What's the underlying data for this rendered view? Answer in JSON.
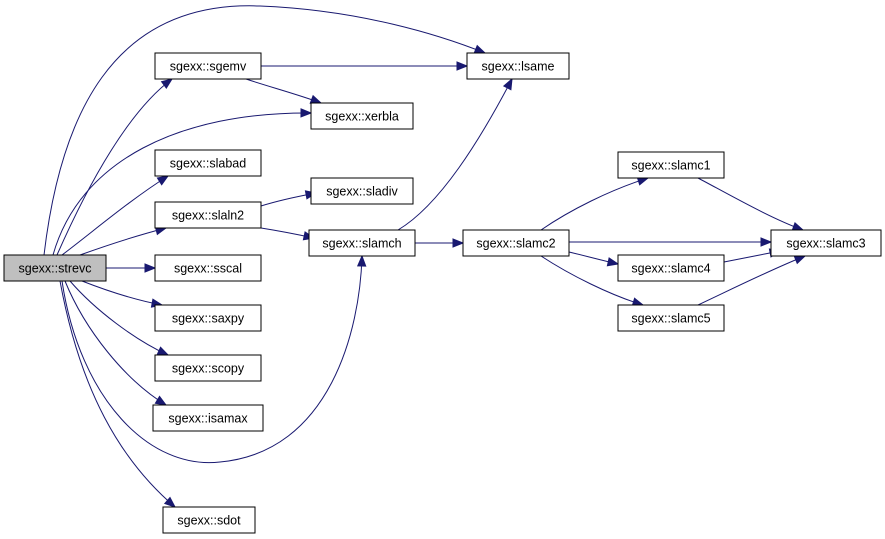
{
  "colors": {
    "edge": "#191970",
    "node_fill": "#ffffff",
    "root_fill": "#bfbfbf",
    "border": "#000000"
  },
  "nodes": [
    {
      "id": "strevc",
      "label": "sgexx::strevc",
      "root": true
    },
    {
      "id": "sgemv",
      "label": "sgexx::sgemv"
    },
    {
      "id": "lsame",
      "label": "sgexx::lsame"
    },
    {
      "id": "xerbla",
      "label": "sgexx::xerbla"
    },
    {
      "id": "slabad",
      "label": "sgexx::slabad"
    },
    {
      "id": "sladiv",
      "label": "sgexx::sladiv"
    },
    {
      "id": "slaln2",
      "label": "sgexx::slaln2"
    },
    {
      "id": "slamch",
      "label": "sgexx::slamch"
    },
    {
      "id": "slamc2",
      "label": "sgexx::slamc2"
    },
    {
      "id": "slamc1",
      "label": "sgexx::slamc1"
    },
    {
      "id": "slamc3",
      "label": "sgexx::slamc3"
    },
    {
      "id": "slamc4",
      "label": "sgexx::slamc4"
    },
    {
      "id": "slamc5",
      "label": "sgexx::slamc5"
    },
    {
      "id": "sscal",
      "label": "sgexx::sscal"
    },
    {
      "id": "saxpy",
      "label": "sgexx::saxpy"
    },
    {
      "id": "scopy",
      "label": "sgexx::scopy"
    },
    {
      "id": "isamax",
      "label": "sgexx::isamax"
    },
    {
      "id": "sdot",
      "label": "sgexx::sdot"
    }
  ],
  "edges": [
    {
      "from": "strevc",
      "to": "sgemv"
    },
    {
      "from": "strevc",
      "to": "lsame"
    },
    {
      "from": "strevc",
      "to": "xerbla"
    },
    {
      "from": "strevc",
      "to": "slabad"
    },
    {
      "from": "strevc",
      "to": "slaln2"
    },
    {
      "from": "strevc",
      "to": "sscal"
    },
    {
      "from": "strevc",
      "to": "saxpy"
    },
    {
      "from": "strevc",
      "to": "scopy"
    },
    {
      "from": "strevc",
      "to": "isamax"
    },
    {
      "from": "strevc",
      "to": "slamch"
    },
    {
      "from": "strevc",
      "to": "sdot"
    },
    {
      "from": "sgemv",
      "to": "lsame"
    },
    {
      "from": "sgemv",
      "to": "xerbla"
    },
    {
      "from": "slaln2",
      "to": "sladiv"
    },
    {
      "from": "slaln2",
      "to": "slamch"
    },
    {
      "from": "slamch",
      "to": "lsame"
    },
    {
      "from": "slamch",
      "to": "slamc2"
    },
    {
      "from": "slamc2",
      "to": "slamc1"
    },
    {
      "from": "slamc2",
      "to": "slamc3"
    },
    {
      "from": "slamc2",
      "to": "slamc4"
    },
    {
      "from": "slamc2",
      "to": "slamc5"
    },
    {
      "from": "slamc1",
      "to": "slamc3"
    },
    {
      "from": "slamc4",
      "to": "slamc3"
    },
    {
      "from": "slamc5",
      "to": "slamc3"
    }
  ]
}
